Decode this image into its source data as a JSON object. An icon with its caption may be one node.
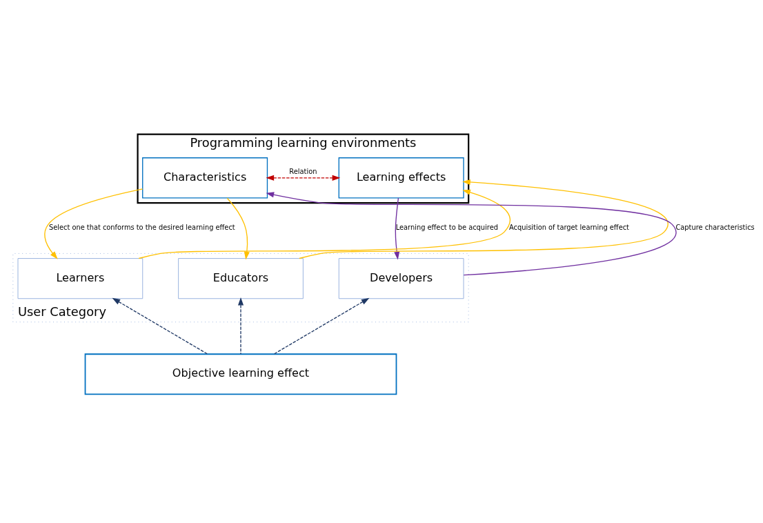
{
  "diagram": {
    "nodes": [
      {
        "text": [
          "Programming learning environments"
        ]
      },
      {
        "text": [
          "Characteristics"
        ],
        "in": 0
      },
      {
        "text": [
          "Learning effects"
        ],
        "in": 0
      },
      {
        "text": [
          "User Category"
        ]
      },
      {
        "text": [
          "Learners"
        ],
        "in": 3
      },
      {
        "text": [
          "Educators"
        ],
        "in": 3
      },
      {
        "text": [
          "Developers"
        ],
        "in": 3
      },
      {
        "text": [
          "Objective learning effect"
        ]
      }
    ],
    "edges": [
      {
        "from": 1,
        "to": 2,
        "arrow": "both",
        "label": "Relation",
        "style": "dashed",
        "color": "#c00000"
      },
      {
        "from": 1,
        "to": 4,
        "arrow": "to",
        "label": "Select one that conforms to the desired learning effect"
      },
      {
        "from": 1,
        "to": 5,
        "arrow": "to"
      },
      {
        "from": 4,
        "to": 2,
        "arrow": "to",
        "label": "Acquisition of target learning effect"
      },
      {
        "from": 5,
        "to": 2,
        "arrow": "to"
      },
      {
        "from": 6,
        "to": 1,
        "arrow": "to",
        "label": "Capture characteristics",
        "color": "#7030a0"
      },
      {
        "from": 2,
        "to": 6,
        "arrow": "to",
        "label": "Learning effect to be acquired",
        "color": "#7030a0"
      },
      {
        "from": 7,
        "to": 4,
        "arrow": "to",
        "style": "dashed",
        "color": "#1f3864"
      },
      {
        "from": 7,
        "to": 5,
        "arrow": "to",
        "style": "dashed",
        "color": "#1f3864"
      },
      {
        "from": 7,
        "to": 6,
        "arrow": "to",
        "style": "dashed",
        "color": "#1f3864"
      }
    ]
  }
}
